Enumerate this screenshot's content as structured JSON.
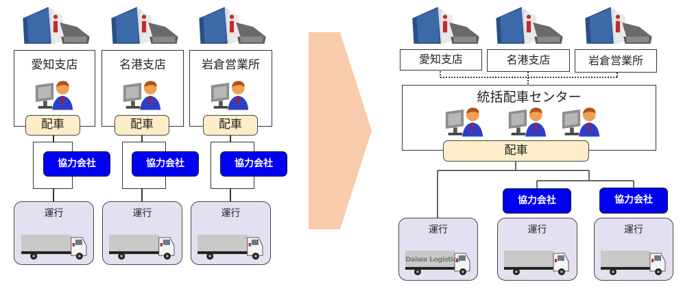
{
  "before": {
    "branches": [
      {
        "name": "愛知支店",
        "dispatch": "配車",
        "partner": "協力会社",
        "operation": "運行"
      },
      {
        "name": "名港支店",
        "dispatch": "配車",
        "partner": "協力会社",
        "operation": "運行"
      },
      {
        "name": "岩倉営業所",
        "dispatch": "配車",
        "partner": "協力会社",
        "operation": "運行"
      }
    ]
  },
  "transition_arrow": {
    "color": "#f7cbab"
  },
  "after": {
    "branches": [
      {
        "name": "愛知支店"
      },
      {
        "name": "名港支店"
      },
      {
        "name": "岩倉営業所"
      }
    ],
    "center": {
      "title": "統括配車センター",
      "dispatch": "配車"
    },
    "operations": [
      {
        "label": "運行",
        "truck_brand": "Daiwa Logistics"
      },
      {
        "label": "運行",
        "partner": "協力会社"
      },
      {
        "label": "運行",
        "partner": "協力会社"
      }
    ]
  },
  "colors": {
    "dispatch_fill": "#fdedc8",
    "partner_fill": "#0000f0",
    "operation_fill": "#e4e0f2",
    "arrow_fill": "#f7cbab"
  }
}
